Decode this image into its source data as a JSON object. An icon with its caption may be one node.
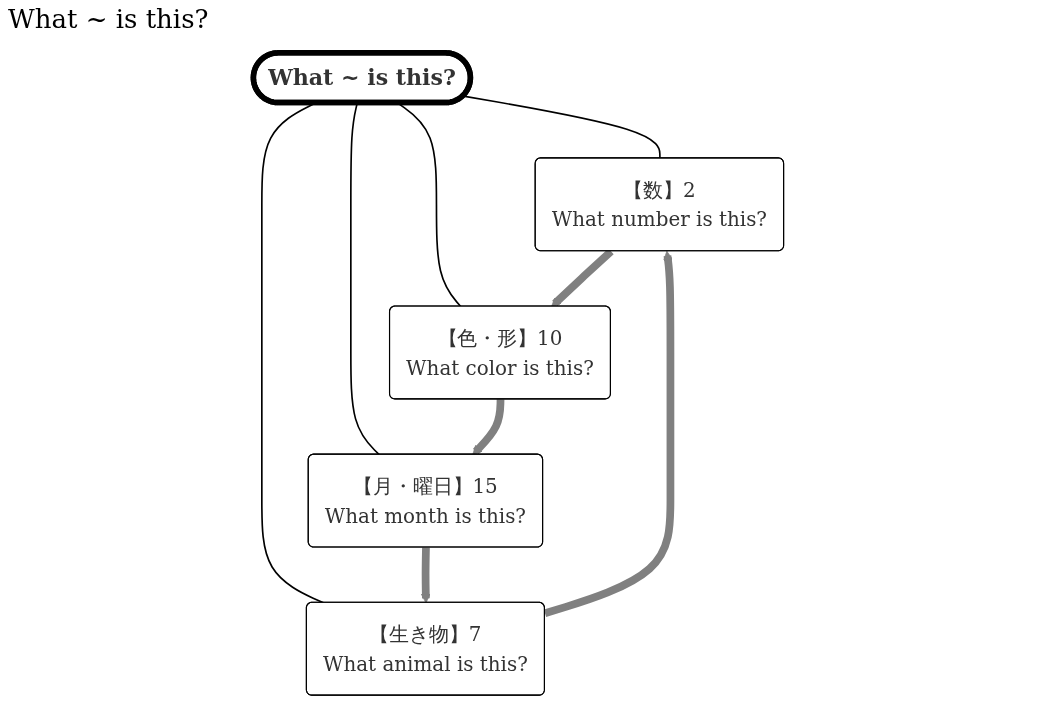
{
  "diagram": {
    "title": "What ~ is this?",
    "nodes": [
      {
        "text": [
          "What ~ is this?"
        ]
      },
      {
        "text": [
          "【数】2",
          "What number is this?"
        ]
      },
      {
        "text": [
          "【生き物】7",
          "What animal is this?"
        ]
      },
      {
        "text": [
          "【色・形】10",
          "What color is this?"
        ]
      },
      {
        "text": [
          "【月・曜日】15",
          "What month is this?"
        ]
      }
    ],
    "edges": [
      {
        "from": 0,
        "to": 1,
        "arrow": "none"
      },
      {
        "from": 0,
        "to": 2,
        "arrow": "none"
      },
      {
        "from": 0,
        "to": 3,
        "arrow": "none"
      },
      {
        "from": 0,
        "to": 4,
        "arrow": "none"
      },
      {
        "from": 2,
        "to": 1,
        "arrow": "to",
        "style": "thick",
        "color": "#808080"
      },
      {
        "from": 1,
        "to": 3,
        "arrow": "to",
        "style": "thick",
        "color": "#808080"
      },
      {
        "from": 3,
        "to": 4,
        "arrow": "to",
        "style": "thick",
        "color": "#808080"
      },
      {
        "from": 4,
        "to": 2,
        "arrow": "to",
        "style": "thick",
        "color": "#808080"
      }
    ]
  }
}
